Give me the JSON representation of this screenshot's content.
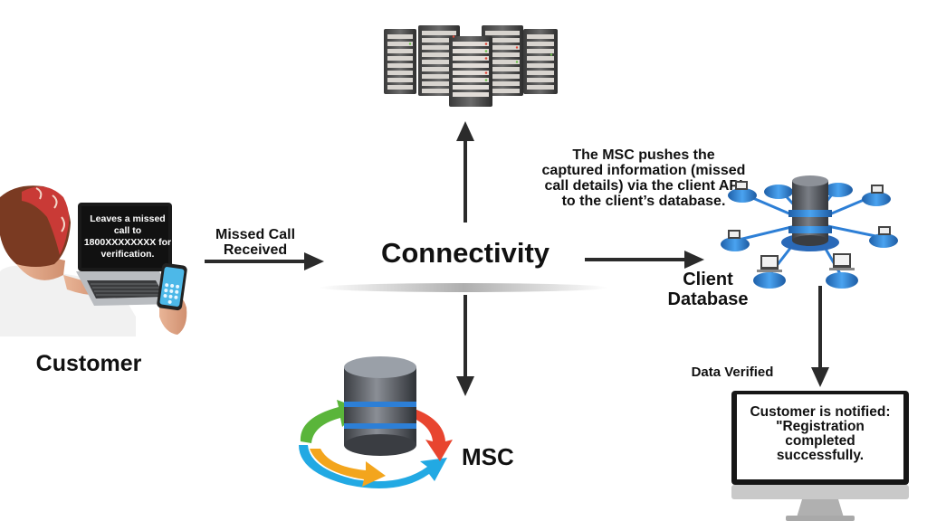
{
  "labels": {
    "connectivity": "Connectivity",
    "missed_call_received": "Missed Call Received",
    "msc_push": "The MSC pushes the captured information (missed call details) via the client API to the client’s database.",
    "client_database": "Client Database",
    "customer": "Customer",
    "msc": "MSC",
    "data_verified": "Data Verified"
  },
  "laptop_screen": {
    "text": "Leaves a missed call to 1800XXXXXXXX for verification."
  },
  "monitor": {
    "message": "Customer is notified: \"Registration completed successfully."
  },
  "icons": [
    "server-rack-icon",
    "database-network-icon",
    "msc-database-cycle-icon",
    "customer-photo",
    "monitor-icon"
  ],
  "colors": {
    "arrow": "#2b2b2b",
    "db_gray": "#55595f",
    "db_blue": "#2d7fd6",
    "cycle_red": "#e8452f",
    "cycle_blue": "#22a9e3",
    "cycle_orange": "#f3a51d",
    "cycle_green": "#5ab53a"
  }
}
